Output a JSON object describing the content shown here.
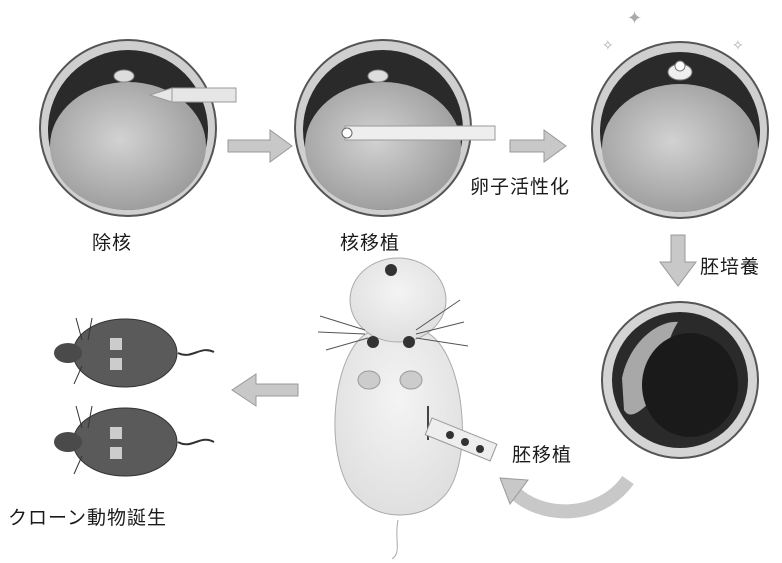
{
  "steps": {
    "enucleation": "除核",
    "nuclear_transfer": "核移植",
    "egg_activation": "卵子活性化",
    "embryo_culture": "胚培養",
    "embryo_transfer": "胚移植",
    "clone_birth": "クローン動物誕生"
  },
  "colors": {
    "egg_fill": "#b8b8b8",
    "dark_fill": "#2a2a2a",
    "arrow_fill": "#c8c8c8",
    "mouse_fill": "#5a5a5a",
    "surrogate_fill": "#ececec"
  }
}
